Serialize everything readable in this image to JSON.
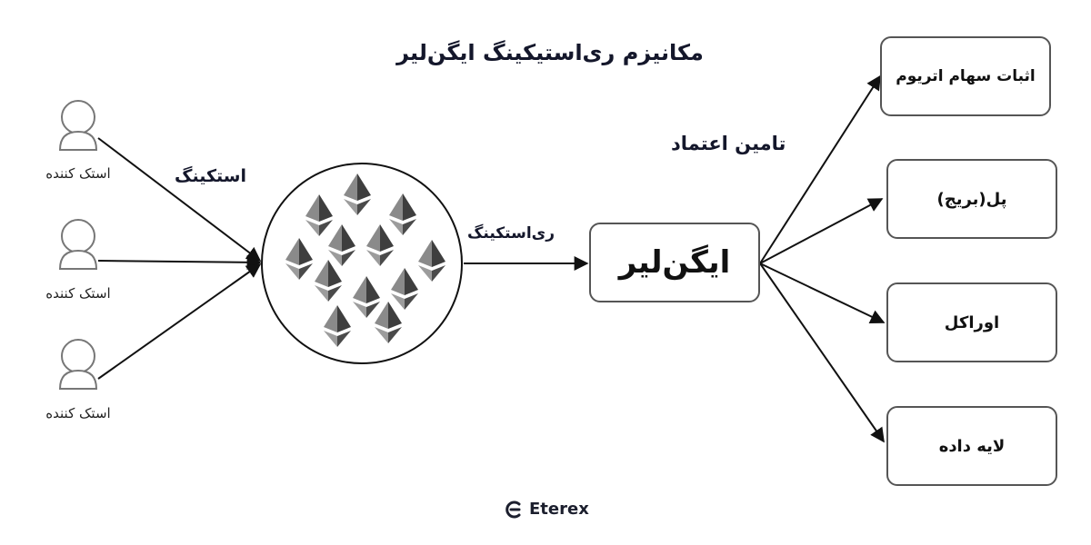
{
  "title": "مکانیزم ری‌استیکینگ ایگن‌لیر",
  "stakers": [
    {
      "label": "استک کننده"
    },
    {
      "label": "استک کننده"
    },
    {
      "label": "استک کننده"
    }
  ],
  "labels": {
    "staking": "استکینگ",
    "restaking": "ری‌استکینگ",
    "trust": "تامین اعتماد"
  },
  "center": {
    "label": "ایگن‌لیر"
  },
  "services": [
    {
      "label": "اثبات سهام اتریوم"
    },
    {
      "label": "پل(بریج)"
    },
    {
      "label": "اوراکل"
    },
    {
      "label": "لایه داده"
    }
  ],
  "brand": {
    "name": "Eterex"
  },
  "colors": {
    "stroke": "#111111",
    "box_border": "#555555",
    "person": "#777777",
    "text": "#14172b"
  },
  "icons": {
    "person": "person-icon",
    "eth": "ethereum-icon",
    "logo": "eterex-logo-icon"
  }
}
